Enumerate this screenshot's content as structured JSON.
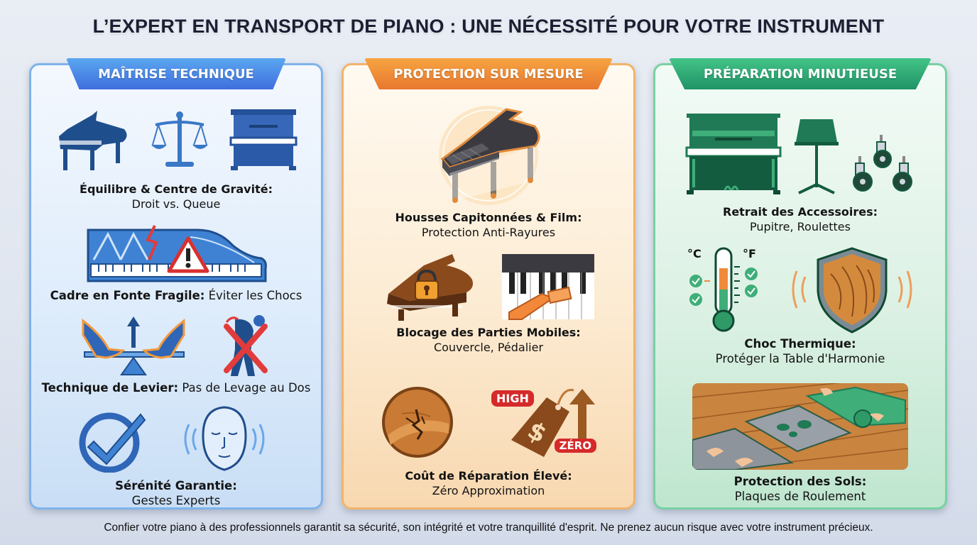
{
  "header": {
    "title": "L’EXPERT EN TRANSPORT DE PIANO : UNE NÉCESSITÉ POUR VOTRE INSTRUMENT"
  },
  "colors": {
    "blue_accent": "#3f6ede",
    "orange_accent": "#e8772f",
    "green_accent": "#1f9366",
    "title_text": "#1a1f33"
  },
  "panels": [
    {
      "ribbon": "MAÎTRISE TECHNIQUE",
      "items": [
        {
          "icons": [
            "grand-piano-icon",
            "balance-scale-icon",
            "upright-piano-icon"
          ],
          "title": "Équilibre & Centre de Gravité:",
          "subtitle": "Droit vs. Queue"
        },
        {
          "icons": [
            "cracked-iron-frame-icon",
            "warning-triangle-icon"
          ],
          "title": "Cadre en Fonte Fragile:",
          "subtitle": "Éviter les Chocs"
        },
        {
          "icons": [
            "lever-hands-icon",
            "no-back-lift-icon"
          ],
          "title": "Technique de Levier:",
          "subtitle": "Pas de Levage au Dos"
        },
        {
          "icons": [
            "checkmark-circle-icon",
            "calm-face-icon"
          ],
          "title": "Sérénité Garantie:",
          "subtitle": "Gestes Experts"
        }
      ]
    },
    {
      "ribbon": "PROTECTION SUR MESURE",
      "items": [
        {
          "icons": [
            "wrapped-grand-piano-icon"
          ],
          "title": "Housses Capitonnées & Film:",
          "subtitle": "Protection Anti-Rayures"
        },
        {
          "icons": [
            "locked-piano-lid-icon",
            "key-block-icon"
          ],
          "title": "Blocage des Parties Mobiles:",
          "subtitle": "Couvercle, Pédalier"
        },
        {
          "icons": [
            "cracked-wood-icon",
            "price-tag-icon"
          ],
          "title": "Coût de Réparation Élevé:",
          "subtitle": "Zéro Approximation",
          "tag_high": "HIGH",
          "tag_zero": "ZÉRO"
        }
      ]
    },
    {
      "ribbon": "PRÉPARATION MINUTIEUSE",
      "items": [
        {
          "icons": [
            "upright-piano-icon",
            "music-stand-icon",
            "casters-icon"
          ],
          "title": "Retrait des Accessoires:",
          "subtitle": "Pupitre, Roulettes"
        },
        {
          "icons": [
            "thermometer-icon",
            "wood-shield-icon"
          ],
          "title": "Choc Thermique:",
          "subtitle": "Protéger la Table d'Harmonie",
          "unit_c": "°C",
          "unit_f": "°F"
        },
        {
          "icons": [
            "floor-mats-illustration"
          ],
          "title": "Protection des Sols:",
          "subtitle": "Plaques de Roulement"
        }
      ]
    }
  ],
  "footer": {
    "text": "Confier votre piano à des professionnels garantit sa sécurité, son intégrité et votre tranquillité d'esprit. Ne prenez aucun risque avec votre instrument précieux."
  }
}
